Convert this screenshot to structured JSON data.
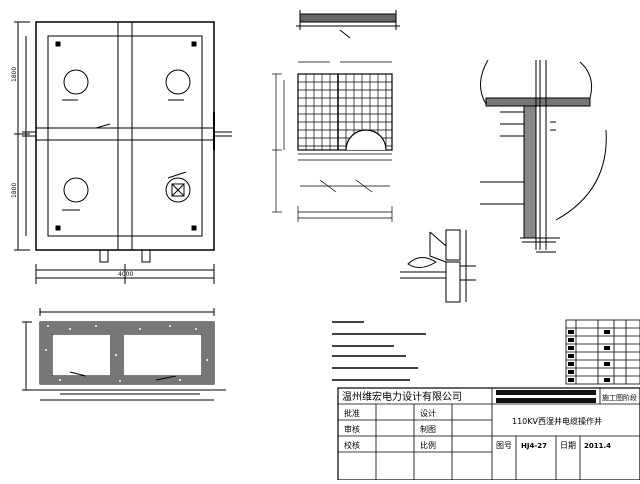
{
  "title_block": {
    "company": "温州维宏电力设计有限公司",
    "stage": "施工图阶段",
    "project": "110KV西湿井电缆操作井",
    "labels": {
      "approve": "批准",
      "review": "审核",
      "check": "校核",
      "design": "设计",
      "draw": "制图",
      "scale": "比例",
      "drawing_no": "图号",
      "date": "日期"
    },
    "drawing_no_value": "HJ4-27",
    "date_value": "2011.4"
  },
  "plan_view": {
    "dim_left_top": "1800",
    "dim_left_bottom": "1800",
    "dim_bottom": "4000"
  },
  "colors": {
    "line": "#000000",
    "paper": "#ffffff",
    "hatch": "#555555"
  }
}
